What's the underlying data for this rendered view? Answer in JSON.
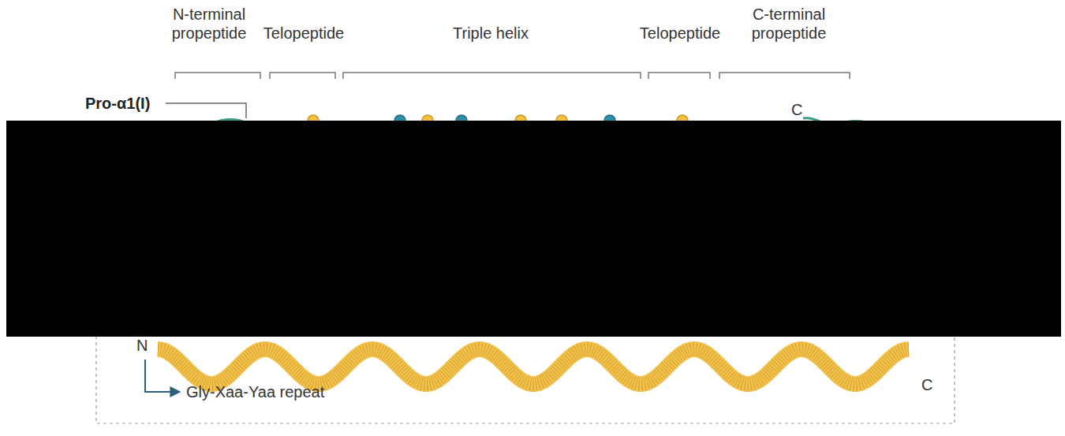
{
  "diagram": {
    "labels": [
      "N-terminal propeptide",
      "Telopeptide",
      "Triple helix",
      "Telopeptide",
      "C-terminal propeptide",
      "Pro-α1(I)",
      "C",
      "N",
      "C",
      "Gly-Xaa-Yaa repeat"
    ]
  }
}
